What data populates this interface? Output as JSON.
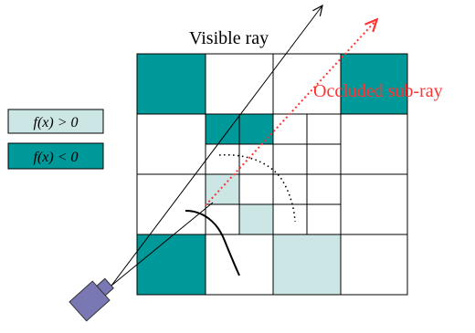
{
  "legend": {
    "positive_label": "f(x) > 0",
    "negative_label": "f(x) < 0"
  },
  "rays": {
    "visible_label": "Visible ray",
    "occluded_label": "Occluded sub-ray"
  },
  "colors": {
    "teal": "#009999",
    "light_cyan": "#cce6e6",
    "occluded_red": "#ff3333",
    "camera_fill": "#7a78b4",
    "grid_line": "#000000"
  },
  "icons": {
    "camera": "camera-icon"
  }
}
